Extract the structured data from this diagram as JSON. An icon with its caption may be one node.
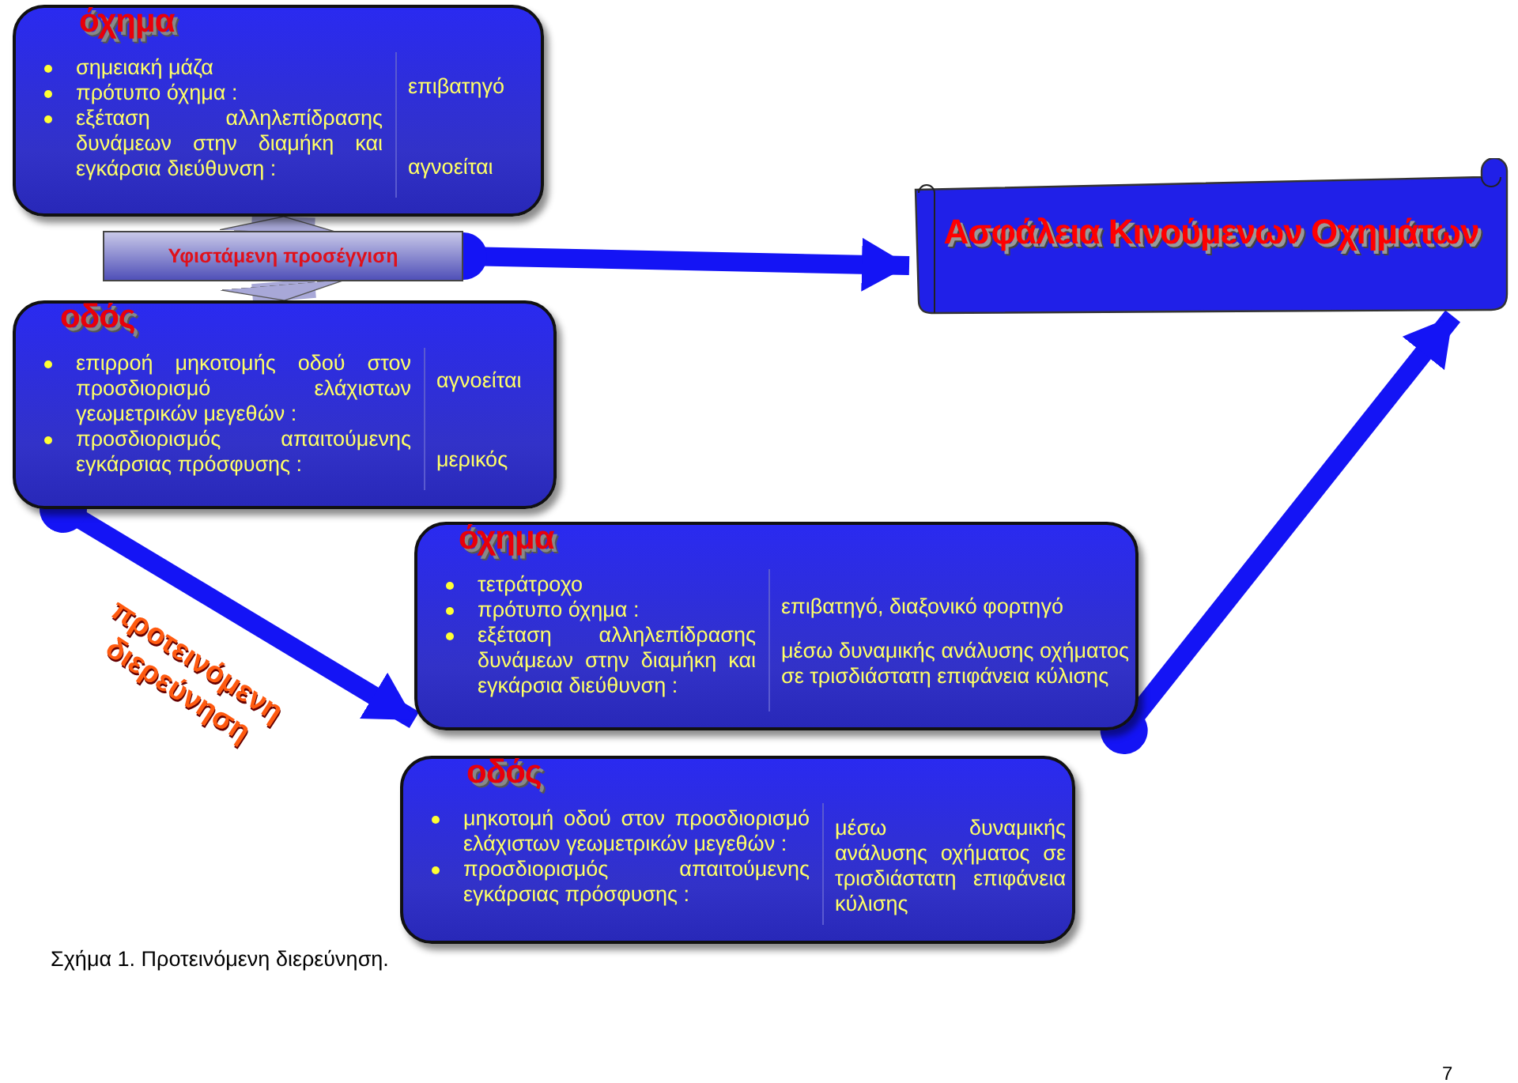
{
  "diagram": {
    "caption": "Σχήμα 1. Προτεινόμενη διερεύνηση.",
    "nodes": [
      {
        "text": [
          "όχημα",
          "σημειακή μάζα",
          "πρότυπο όχημα :",
          "εξέταση αλληλεπίδρασης δυνάμεων στην διαμήκη και εγκάρσια διεύθυνση :",
          "επιβατηγό",
          "αγνοείται"
        ]
      },
      {
        "text": [
          "Υφιστάμενη προσέγγιση"
        ]
      },
      {
        "text": [
          "οδός",
          "επιρροή μηκοτομής οδού στον προσδιορισμό ελάχιστων γεωμετρικών μεγεθών :",
          "προσδιορισμός απαιτούμενης εγκάρσιας πρόσφυσης :",
          "αγνοείται",
          "μερικός"
        ]
      },
      {
        "text": [
          "Ασφάλεια Κινούμενων Οχημάτων"
        ]
      },
      {
        "text": [
          "όχημα",
          "τετράτροχο",
          "πρότυπο όχημα :",
          "εξέταση αλληλεπίδρασης δυνάμεων στην διαμήκη και εγκάρσια διεύθυνση :",
          "επιβατηγό, διαξονικό φορτηγό",
          "μέσω δυναμικής ανάλυσης οχήματος σε τρισδιάστατη επιφάνεια κύλισης"
        ]
      },
      {
        "text": [
          "οδός",
          "μηκοτομή οδού στον προσδιορισμό ελάχιστων γεωμετρικών μεγεθών :",
          "προσδιορισμός απαιτούμενης εγκάρσιας πρόσφυσης :",
          "μέσω δυναμικής ανάλυσης οχήματος σε τρισδιάστατη επιφάνεια κύλισης"
        ]
      }
    ],
    "edges": [
      {
        "from": 1,
        "to": 0,
        "arrow": "to",
        "style": "thick",
        "color": "#a8a8d8"
      },
      {
        "from": 1,
        "to": 2,
        "arrow": "to",
        "style": "thick",
        "color": "#a8a8d8"
      },
      {
        "from": 1,
        "to": 3,
        "arrow": "to"
      },
      {
        "from": 2,
        "to": 4,
        "arrow": "to",
        "label": "προτεινόμενη διερεύνηση"
      },
      {
        "from": 4,
        "to": 3,
        "arrow": "to"
      }
    ],
    "labels": [
      "7"
    ]
  }
}
